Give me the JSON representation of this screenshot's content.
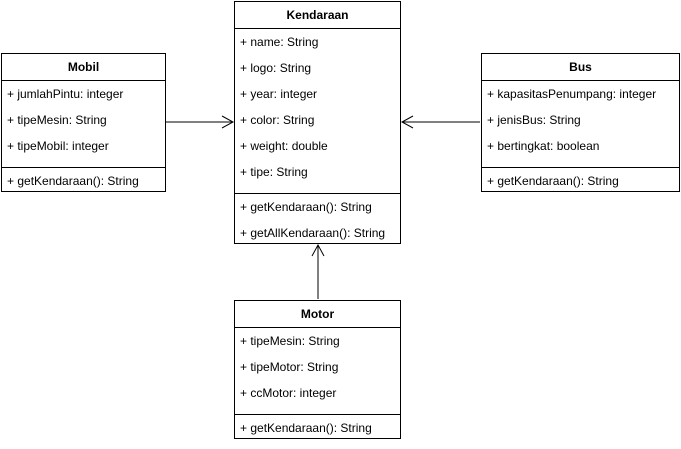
{
  "classes": {
    "kendaraan": {
      "name": "Kendaraan",
      "attributes": [
        "+ name: String",
        "+ logo: String",
        "+ year: integer",
        "+ color: String",
        "+ weight: double",
        "+ tipe: String"
      ],
      "methods": [
        "+ getKendaraan(): String",
        "+ getAllKendaraan(): String"
      ]
    },
    "mobil": {
      "name": "Mobil",
      "attributes": [
        "+ jumlahPintu: integer",
        "+ tipeMesin: String",
        "+ tipeMobil: integer"
      ],
      "methods": [
        "+ getKendaraan(): String"
      ]
    },
    "bus": {
      "name": "Bus",
      "attributes": [
        "+ kapasitasPenumpang: integer",
        "+ jenisBus: String",
        "+ bertingkat: boolean"
      ],
      "methods": [
        "+ getKendaraan(): String"
      ]
    },
    "motor": {
      "name": "Motor",
      "attributes": [
        "+ tipeMesin: String",
        "+ tipeMotor: String",
        "+ ccMotor: integer"
      ],
      "methods": [
        "+ getKendaraan(): String"
      ]
    }
  },
  "colors": {
    "stroke": "#000000",
    "background": "#ffffff"
  }
}
